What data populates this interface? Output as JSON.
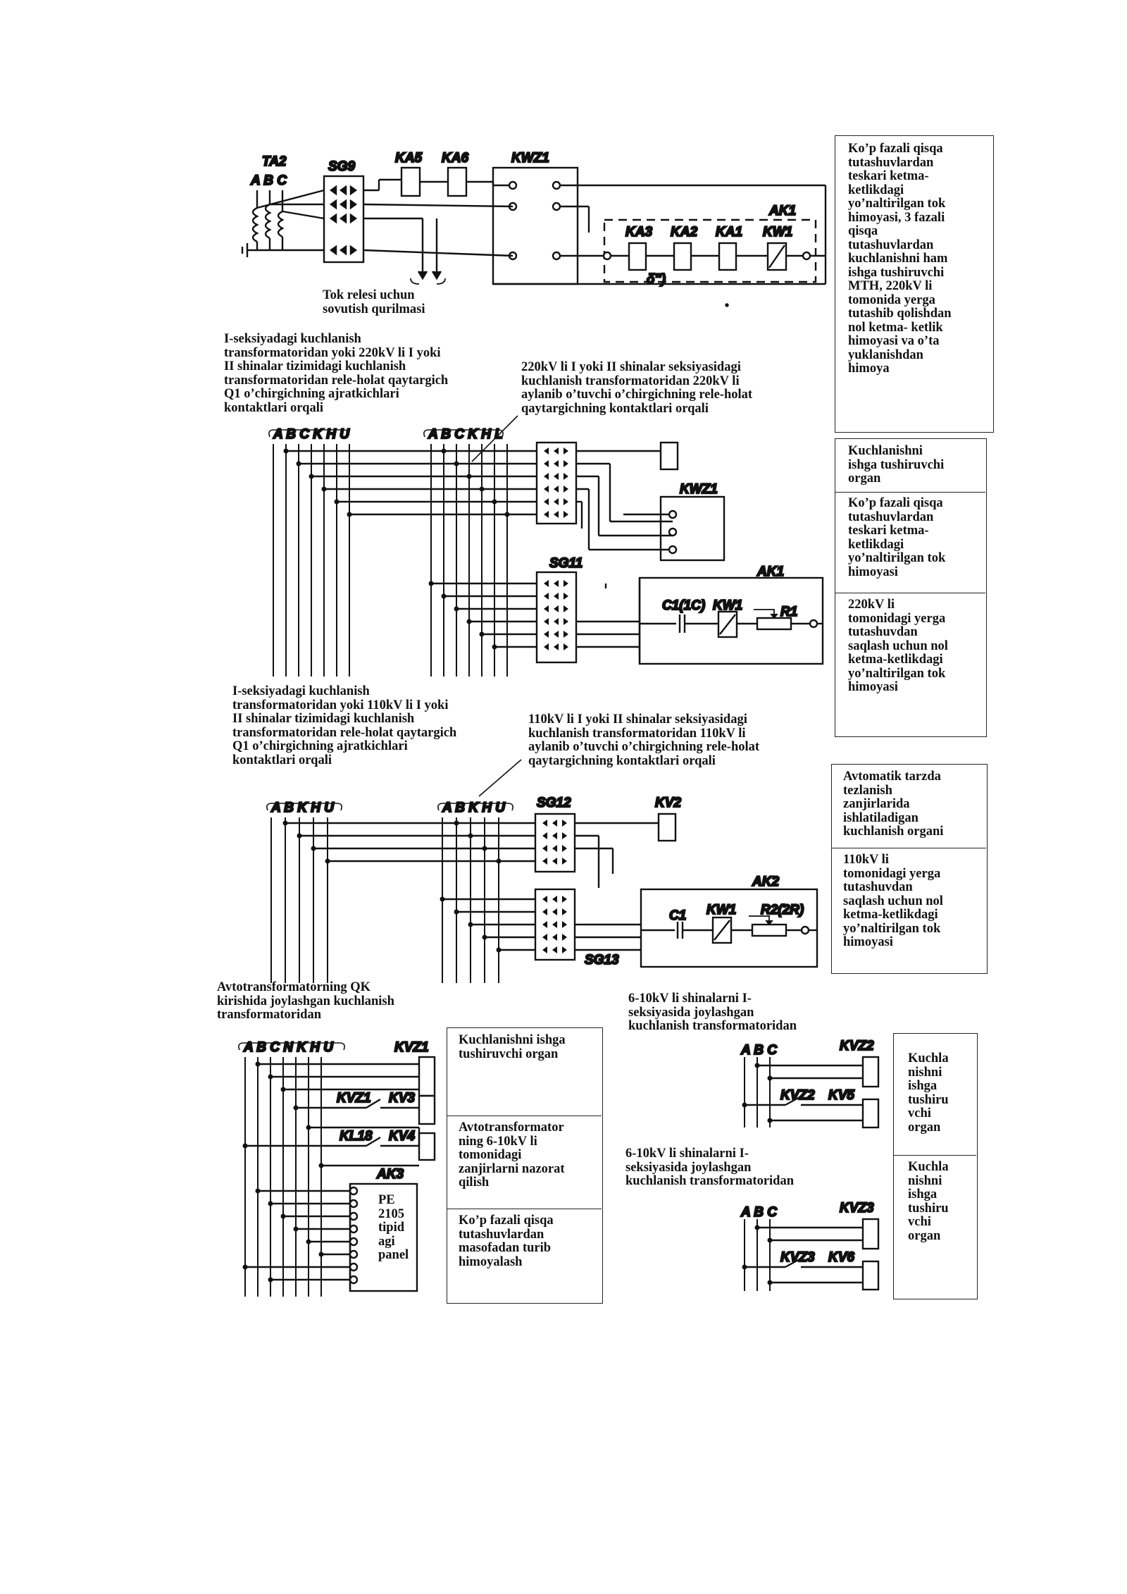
{
  "notes": {
    "tok_relesi": "Tok relesi uchun\nsovutish qurilmasi",
    "left_220": "I-seksiyadagi kuchlanish\ntransformatoridan yoki  220kV li I yoki\nII shinalar tizimidagi kuchlanish\ntransformatoridan rele-holat qaytargich\nQ1 o’chirgichning ajratkichlari\nkontaktlari orqali",
    "right_220": "220kV li  I yoki  II shinalar seksiyasidagi\nkuchlanish transformatoridan  220kV li\naylanib o’tuvchi o’chirgichning rele-holat\nqaytargichning kontaktlari orqali",
    "left_110": "I-seksiyadagi kuchlanish\ntransformatoridan yoki  110kV li I yoki\nII shinalar tizimidagi kuchlanish\ntransformatoridan rele-holat qaytargich\nQ1 o’chirgichning ajratkichlari\nkontaktlari orqali",
    "right_110": "110kV li  I yoki  II shinalar seksiyasidagi\nkuchlanish transformatoridan  110kV li\naylanib o’tuvchi o’chirgichning rele-holat\nqaytargichning kontaktlari orqali",
    "avto_qk": "Avtotransformatorning QK\nkirishida joylashgan kuchlanish\ntransformatoridan",
    "shina_1": "6-10kV li shinalarni I-\nseksiyasida joylashgan\nkuchlanish transformatoridan",
    "shina_2": "6-10kV li shinalarni I-\nseksiyasida joylashgan\nkuchlanish transformatoridan",
    "pe_panel": "PE\n2105\ntipid\nagi\npanel"
  },
  "boxes": {
    "box1": "Ko’p fazali qisqa\ntutashuvlardan\nteskari ketma-\nketlikdagi\nyo’naltirilgan tok\nhimoyasi, 3 fazali\nqisqa\ntutashuvlardan\nkuchlanishni ham\nishga tushiruvchi\nMTH, 220kV li\ntomonida yerga\ntutashib qolishdan\nnol ketma- ketlik\nhimoyasi va o’ta\nyuklanishdan\nhimoya",
    "box2a": "Kuchlanishni\nishga tushiruvchi\norgan",
    "box2b": "Ko’p fazali qisqa\ntutashuvlardan\nteskari ketma-\nketlikdagi\nyo’naltirilgan tok\nhimoyasi",
    "box2c": "220kV li\ntomonidagi yerga\ntutashuvdan\nsaqlash uchun nol\nketma-ketlikdagi\nyo’naltirilgan tok\nhimoyasi",
    "box3a": "Avtomatik tarzda\ntezlanish\nzanjirlarida\nishlatiladigan\nkuchlanish organi",
    "box3b": "110kV li\ntomonidagi yerga\ntutashuvdan\nsaqlash uchun nol\nketma-ketlikdagi\nyo’naltirilgan tok\nhimoyasi",
    "box4a": "Kuchlanishni ishga\ntushiruvchi organ",
    "box4b": "Avtotransformator\nning 6-10kV li\ntomonidagi\nzanjirlarni nazorat\nqilish",
    "box4c": "Ko’p fazali qisqa\ntutashuvlardan\nmasofadan turib\nhimoyalash",
    "box5a": "Kuchla\nnishni\nishga\ntushiru\nvchi\norgan",
    "box5b": "Kuchla\nnishni\nishga\ntushiru\nvchi\norgan"
  },
  "labels": {
    "TA2": "TA2",
    "ABC1": "A  B  C",
    "SG9": "SG9",
    "KA5": "KA5",
    "KA6": "KA6",
    "KWZ1a": "KWZ1",
    "AK1a": "AK1",
    "KA3": "KA3",
    "KA2": "KA2",
    "KA1": "KA1",
    "KW1a": "KW1",
    "delta": "δ″)",
    "bus1": "A B C K H U",
    "bus2": "A B C K H L",
    "KWZ1b": "KWZ1",
    "SG11": "SG11",
    "AK1b": "AK1",
    "C1a": "C1(1C)",
    "KW1b": "KW1",
    "R1": "R1",
    "bus3": "A B K H U",
    "bus4": "A B K H U",
    "SG12": "SG12",
    "KV2": "KV2",
    "AK2": "AK2",
    "C1b": "C1",
    "KW1c": "KW1",
    "R2": "R2(2R)",
    "SG13": "SG13",
    "bus5": "A B C N K H U",
    "KVZ1a": "KVZ1",
    "KVZ1b": "KVZ1",
    "KV3": "KV3",
    "KL18": "KL18",
    "KV4": "KV4",
    "AK3": "AK3",
    "bus6": "A B C",
    "KVZ2a": "KVZ2",
    "KVZ2b": "KVZ2",
    "KV5": "KV5",
    "bus7": "A B C",
    "KVZ3a": "KVZ3",
    "KVZ3b": "KVZ3",
    "KV6": "KV6"
  }
}
